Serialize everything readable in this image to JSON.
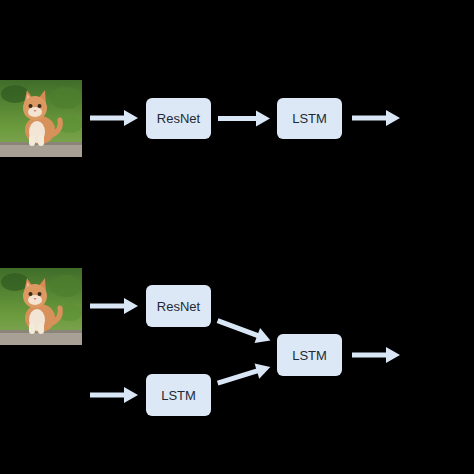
{
  "diagram": {
    "nodes": [
      {
        "text": [
          "ResNet"
        ]
      },
      {
        "text": [
          "LSTM"
        ]
      },
      {
        "text": [
          "ResNet"
        ]
      },
      {
        "text": [
          "LSTM"
        ]
      },
      {
        "text": [
          "LSTM"
        ]
      }
    ],
    "edges": [
      {
        "from": 0,
        "to": 1,
        "arrow": "to"
      },
      {
        "from": 2,
        "to": 4,
        "arrow": "to"
      },
      {
        "from": 3,
        "to": 4,
        "arrow": "to"
      }
    ]
  }
}
